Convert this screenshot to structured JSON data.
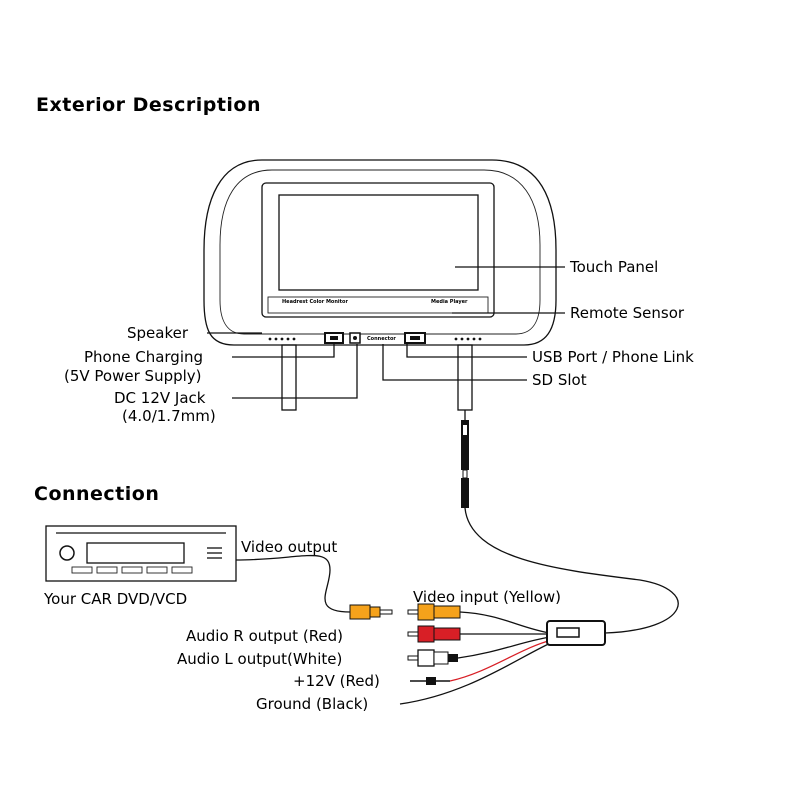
{
  "headings": {
    "exterior": "Exterior Description",
    "connection": "Connection"
  },
  "monitor": {
    "left_small_label": "Headrest Color Monitor",
    "right_small_label": "Media Player",
    "bottom_small_label": "Connector"
  },
  "exterior_labels": {
    "touch_panel": "Touch Panel",
    "remote_sensor": "Remote Sensor",
    "speaker": "Speaker",
    "phone_charging": "Phone Charging",
    "phone_charging_sub": "(5V Power Supply)",
    "usb_port": "USB Port / Phone Link",
    "sd_slot": "SD Slot",
    "dc_jack": "DC 12V Jack",
    "dc_jack_sub": "(4.0/1.7mm)"
  },
  "connection_labels": {
    "video_output": "Video output",
    "car_dvd": "Your CAR DVD/VCD",
    "video_input": "Video input (Yellow)",
    "audio_r": "Audio R output (Red)",
    "audio_l": "Audio L output(White)",
    "plus12v": "+12V (Red)",
    "ground": "Ground  (Black)"
  },
  "colors": {
    "yellow_plug": "#f5a21b",
    "red_plug": "#d81f26",
    "white_plug": "#ffffff",
    "red_wire": "#d81f26",
    "line": "#111111"
  }
}
